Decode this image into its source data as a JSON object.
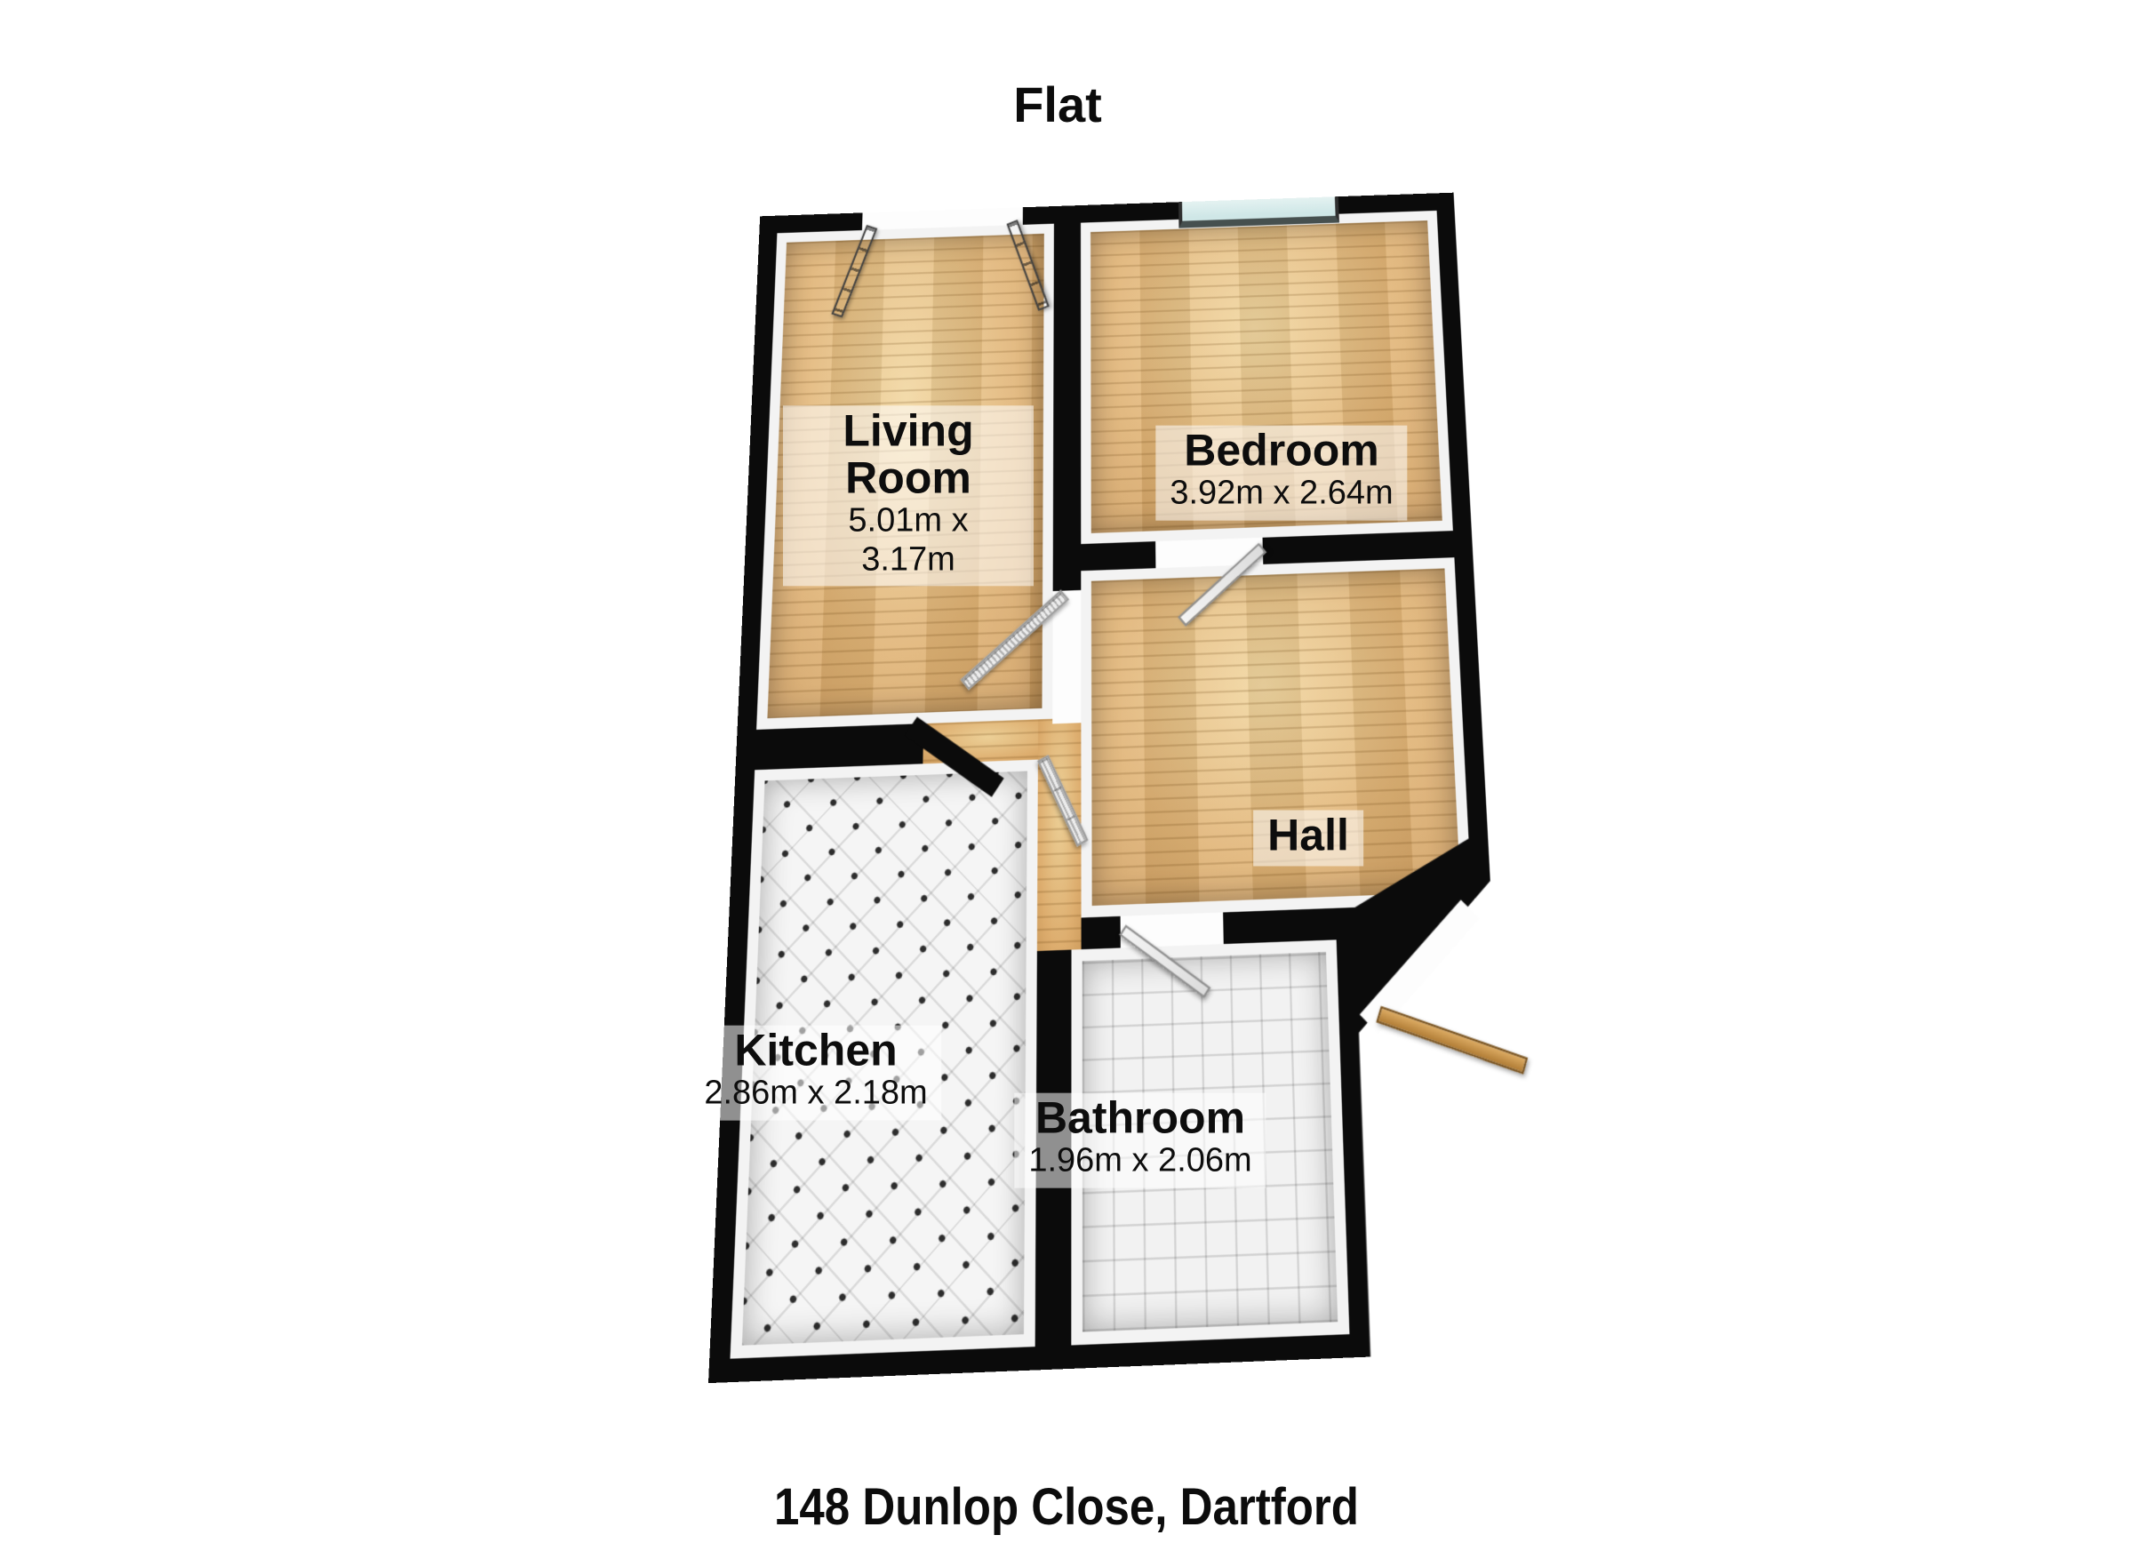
{
  "page": {
    "title": "Flat",
    "address": "148 Dunlop Close, Dartford"
  },
  "floorplan": {
    "rooms": [
      {
        "name": "Living Room",
        "dimensions": "5.01m x 3.17m",
        "floor_type": "wood"
      },
      {
        "name": "Bedroom",
        "dimensions": "3.92m x 2.64m",
        "floor_type": "wood"
      },
      {
        "name": "Hall",
        "dimensions": "",
        "floor_type": "wood"
      },
      {
        "name": "Kitchen",
        "dimensions": "2.86m x 2.18m",
        "floor_type": "diamond-tile"
      },
      {
        "name": "Bathroom",
        "dimensions": "1.96m x 2.06m",
        "floor_type": "square-tile"
      }
    ],
    "features": {
      "french_doors": "double doors - living room top wall",
      "bedroom_window": "window - bedroom top wall",
      "bedroom_door": "door between bedroom and hall",
      "glazed_door": "glazed door between living room and hall",
      "cupboard_door": "panelled door off hall",
      "bathroom_door": "door between hall and bathroom",
      "entrance_door": "front entrance door - lower right of hall"
    },
    "colors": {
      "wall": "#0b0b0b",
      "wall_face": "#f3f3f3",
      "wood_floor": "#e0b375",
      "kitchen_tile": "#f5f5f5",
      "bathroom_tile": "#f2f2f2",
      "window_glass": "#d6ebeb",
      "interior_door_grey": "#9a9a9a",
      "entrance_door_wood": "#c4924c",
      "label_background": "rgba(255,255,255,0.55)",
      "text": "#0d0d0d"
    }
  }
}
